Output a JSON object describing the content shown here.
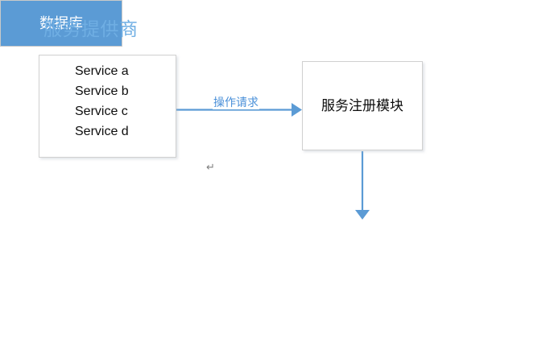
{
  "diagram": {
    "background_color": "#ffffff",
    "section_title": "服务提供商",
    "section_title_color": "#6FAEE3",
    "accent_color": "#5B9BD5",
    "box_border_color": "#d0d0d0",
    "nodes": {
      "services": {
        "name": "service-provider-list",
        "items": [
          "Service a",
          "Service b",
          "Service c",
          "Service d"
        ]
      },
      "registry": {
        "name": "service-registry-module",
        "label": "服务注册模块"
      },
      "database": {
        "name": "database",
        "label": "数据库",
        "fill_color": "#5B9BD5",
        "text_color": "#ffffff"
      }
    },
    "edges": [
      {
        "name": "services-to-registry",
        "label": "操作请求",
        "direction": "right",
        "color": "#5B9BD5"
      },
      {
        "name": "registry-to-database",
        "label": "",
        "direction": "down",
        "color": "#5B9BD5"
      }
    ],
    "marks": {
      "return_mark": "↵"
    }
  }
}
